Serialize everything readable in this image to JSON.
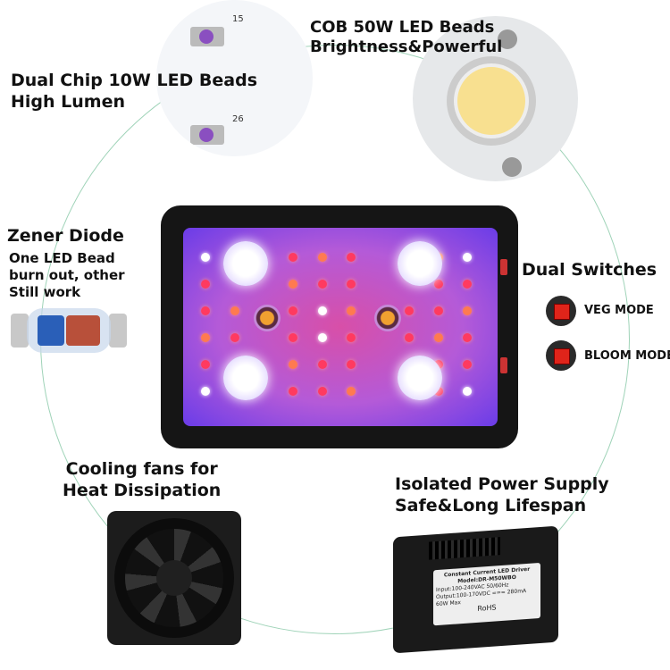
{
  "features": {
    "dual_chip": {
      "line1": "Dual Chip 10W LED Beads",
      "line2": "High Lumen",
      "bead_numbers": [
        "15",
        "26"
      ]
    },
    "cob": {
      "line1": "COB 50W LED Beads",
      "line2": "Brightness&Powerful"
    },
    "zener": {
      "title": "Zener Diode",
      "line1": "One LED Bead",
      "line2": "burn out, other",
      "line3": "Still work"
    },
    "switches": {
      "title": "Dual Switches",
      "veg": "VEG MODE",
      "bloom": "BLOOM MODE",
      "switch_color": "#e0241a"
    },
    "fans": {
      "line1": "Cooling fans for",
      "line2": "Heat Dissipation"
    },
    "power": {
      "line1": "Isolated Power Supply",
      "line2": "Safe&Long Lifespan",
      "label_title": "Constant Current LED Driver",
      "label_model": "Model:DR-M50WBO",
      "label_input": "Input:100-240VAC 50/60Hz",
      "label_output": "Output:100-170VDC === 280mA",
      "label_max": "60W Max",
      "label_rohs": "RoHS"
    }
  },
  "colors": {
    "ring": "#9fd3b8",
    "panel": "#151515",
    "glow_pink": "#d84fa8",
    "glow_blue": "#6a3ce8"
  }
}
